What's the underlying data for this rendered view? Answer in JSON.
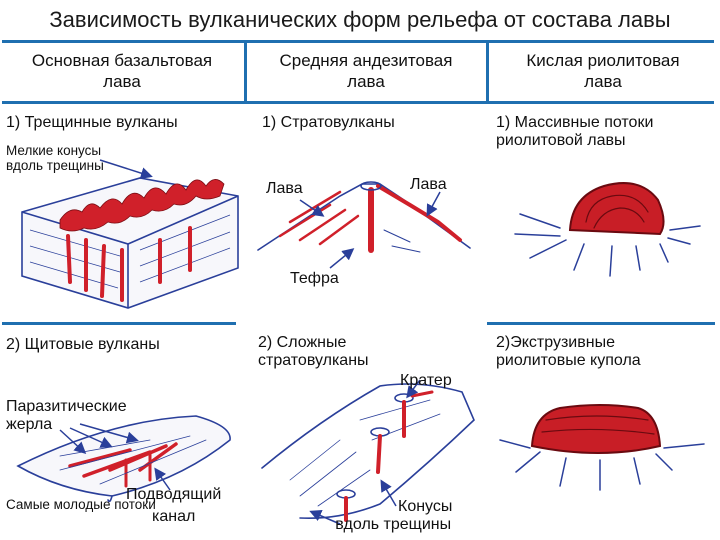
{
  "title": "Зависимость вулканических форм рельефа от состава лавы",
  "columns": [
    {
      "header_line1": "Основная базальтовая",
      "header_line2": "лава",
      "item1": "1) Трещинные вулканы",
      "item2": "2) Щитовые вулканы"
    },
    {
      "header_line1": "Средняя андезитовая",
      "header_line2": "лава",
      "item1": "1) Стратовулканы",
      "item2_line1": "2) Сложные",
      "item2_line2": "стратовулканы"
    },
    {
      "header_line1": "Кислая риолитовая",
      "header_line2": "лава",
      "item1_line1": "1) Массивные потоки",
      "item1_line2": "риолитовой лавы",
      "item2_line1": "2)Экструзивные",
      "item2_line2": "риолитовые купола"
    }
  ],
  "labels": {
    "small_cones_line1": "Мелкие конусы",
    "small_cones_line2": "вдоль трещины",
    "lava_left": "Лава",
    "lava_right": "Лава",
    "tephra": "Тефра",
    "crater": "Кратер",
    "parasitic_line1": "Паразитические",
    "parasitic_line2": "жерла",
    "feeding_line1": "Подводящий",
    "feeding_line2": "канал",
    "youngest_flows": "Самые молодые потоки",
    "cones_line1": "Конусы",
    "cones_line2": "вдоль трещины"
  },
  "colors": {
    "grid_lines": "#1f6fb0",
    "sketch_ink": "#2a3f9a",
    "lava": "#d0202a"
  }
}
